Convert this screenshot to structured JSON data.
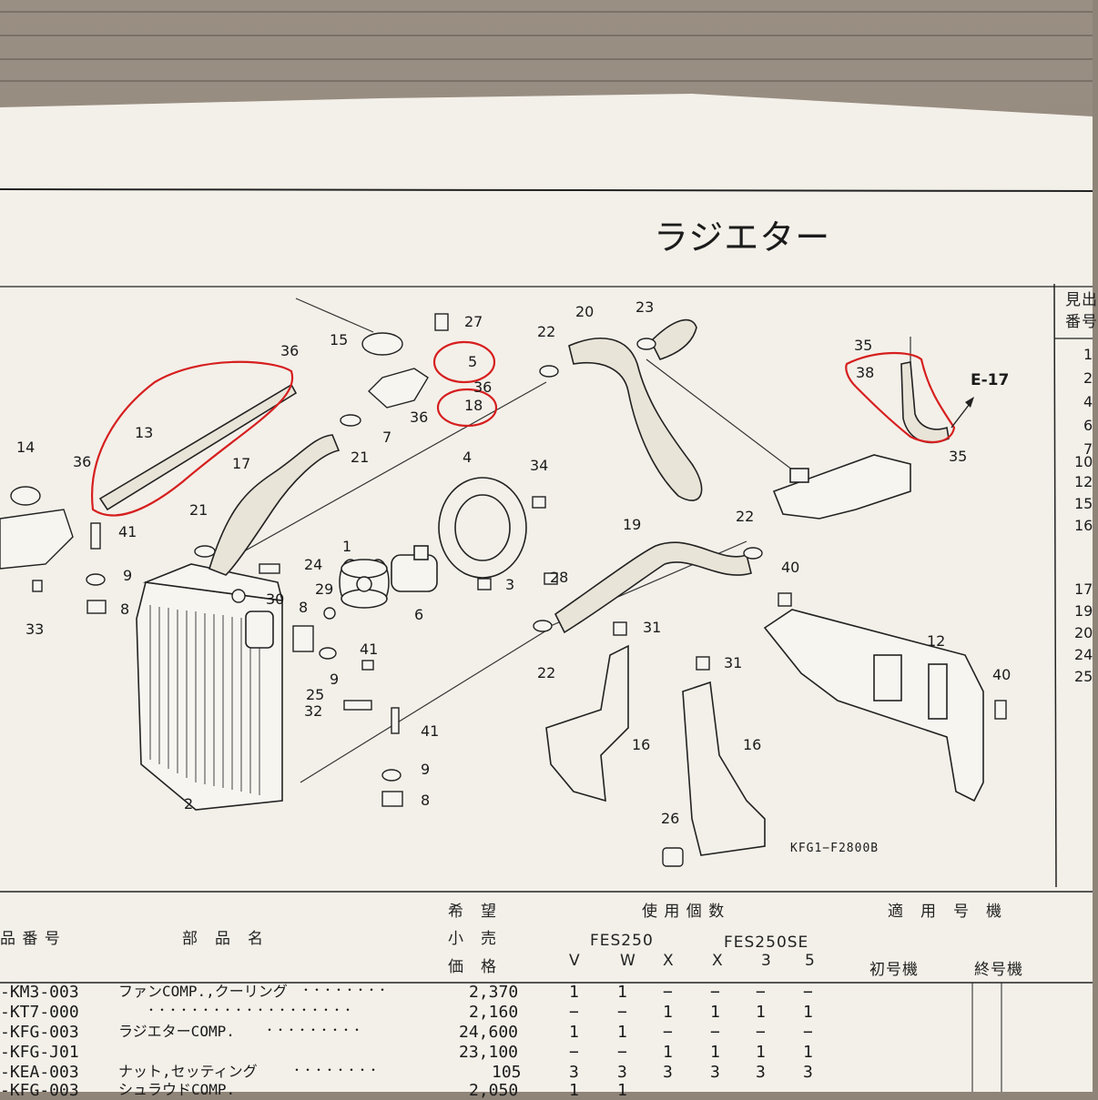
{
  "page_title": "ラジエター",
  "diagram_code": "KFG1−F2800B",
  "ref_arrow_label": "E-17",
  "part_labels": [
    {
      "id": "p27",
      "text": "27"
    },
    {
      "id": "p15",
      "text": "15"
    },
    {
      "id": "p36a",
      "text": "36"
    },
    {
      "id": "p5",
      "text": "5"
    },
    {
      "id": "p36b",
      "text": "36"
    },
    {
      "id": "p36c",
      "text": "36"
    },
    {
      "id": "p18",
      "text": "18"
    },
    {
      "id": "p13",
      "text": "13"
    },
    {
      "id": "p14",
      "text": "14"
    },
    {
      "id": "p36d",
      "text": "36"
    },
    {
      "id": "p21a",
      "text": "21"
    },
    {
      "id": "p7",
      "text": "7"
    },
    {
      "id": "p17",
      "text": "17"
    },
    {
      "id": "p21b",
      "text": "21"
    },
    {
      "id": "p4",
      "text": "4"
    },
    {
      "id": "p34",
      "text": "34"
    },
    {
      "id": "p22a",
      "text": "22"
    },
    {
      "id": "p20",
      "text": "20"
    },
    {
      "id": "p23",
      "text": "23"
    },
    {
      "id": "p35a",
      "text": "35"
    },
    {
      "id": "p38",
      "text": "38"
    },
    {
      "id": "p35b",
      "text": "35"
    },
    {
      "id": "p41a",
      "text": "41"
    },
    {
      "id": "p24",
      "text": "24"
    },
    {
      "id": "p1",
      "text": "1"
    },
    {
      "id": "p9a",
      "text": "9"
    },
    {
      "id": "p8a",
      "text": "8"
    },
    {
      "id": "p33",
      "text": "33"
    },
    {
      "id": "p30",
      "text": "30"
    },
    {
      "id": "p29",
      "text": "29"
    },
    {
      "id": "p3",
      "text": "3"
    },
    {
      "id": "p28",
      "text": "28"
    },
    {
      "id": "p6",
      "text": "6"
    },
    {
      "id": "p8b",
      "text": "8"
    },
    {
      "id": "p9b",
      "text": "9"
    },
    {
      "id": "p41b",
      "text": "41"
    },
    {
      "id": "p19",
      "text": "19"
    },
    {
      "id": "p22b",
      "text": "22"
    },
    {
      "id": "p40a",
      "text": "40"
    },
    {
      "id": "p31a",
      "text": "31"
    },
    {
      "id": "p31b",
      "text": "31"
    },
    {
      "id": "p22c",
      "text": "22"
    },
    {
      "id": "p12",
      "text": "12"
    },
    {
      "id": "p40b",
      "text": "40"
    },
    {
      "id": "p25",
      "text": "25"
    },
    {
      "id": "p32",
      "text": "32"
    },
    {
      "id": "p16a",
      "text": "16"
    },
    {
      "id": "p16b",
      "text": "16"
    },
    {
      "id": "p41c",
      "text": "41"
    },
    {
      "id": "p9c",
      "text": "9"
    },
    {
      "id": "p8c",
      "text": "8"
    },
    {
      "id": "p2",
      "text": "2"
    },
    {
      "id": "p26",
      "text": "26"
    }
  ],
  "side_column": {
    "header": [
      "見出",
      "番号"
    ],
    "numbers": [
      "1",
      "2",
      "4",
      "6",
      "7",
      "10",
      "12",
      "15",
      "16",
      "17",
      "19",
      "20",
      "24",
      "25"
    ]
  },
  "table_header": {
    "part_number": "品 番 号",
    "part_name": "部　品　名",
    "price": [
      "希　望",
      "小　売",
      "価　格"
    ],
    "qty_title": "使 用 個 数",
    "model_1": "FES250",
    "model_2": "FES250SE",
    "variants": [
      "V",
      "W",
      "X",
      "X",
      "3",
      "5"
    ],
    "applicable": "適　用　号　機",
    "first_unit": "初号機",
    "last_unit": "終号機"
  },
  "table_rows": [
    {
      "part_no": "-KM3-003",
      "name": "ファンCOMP.,クーリング",
      "dots": "・・・・・・・・",
      "price": "2,370",
      "q": [
        "1",
        "1",
        "−",
        "−",
        "−",
        "−"
      ]
    },
    {
      "part_no": "-KT7-000",
      "name": "",
      "dots": "・・・・・・・・・・・・・・・・・・・",
      "price": "2,160",
      "q": [
        "−",
        "−",
        "1",
        "1",
        "1",
        "1"
      ]
    },
    {
      "part_no": "-KFG-003",
      "name": "ラジエターCOMP.",
      "dots": "・・・・・・・・・",
      "price": "24,600",
      "q": [
        "1",
        "1",
        "−",
        "−",
        "−",
        "−"
      ]
    },
    {
      "part_no": "-KFG-J01",
      "name": "",
      "dots": "",
      "price": "23,100",
      "q": [
        "−",
        "−",
        "1",
        "1",
        "1",
        "1"
      ]
    },
    {
      "part_no": "-KEA-003",
      "name": "ナット,セッティング",
      "dots": "・・・・・・・・",
      "price": "105",
      "q": [
        "3",
        "3",
        "3",
        "3",
        "3",
        "3"
      ]
    },
    {
      "part_no": "-KFG-003",
      "name": "シュラウドCOMP.",
      "dots": "",
      "price": "2,050",
      "q": [
        "1",
        "1",
        "",
        "",
        "",
        ""
      ]
    }
  ],
  "colors": {
    "highlight": "#d61f1f",
    "ink": "#1b1b1b",
    "paper": "#f3f0e9",
    "cardboard": "#8d8277"
  }
}
